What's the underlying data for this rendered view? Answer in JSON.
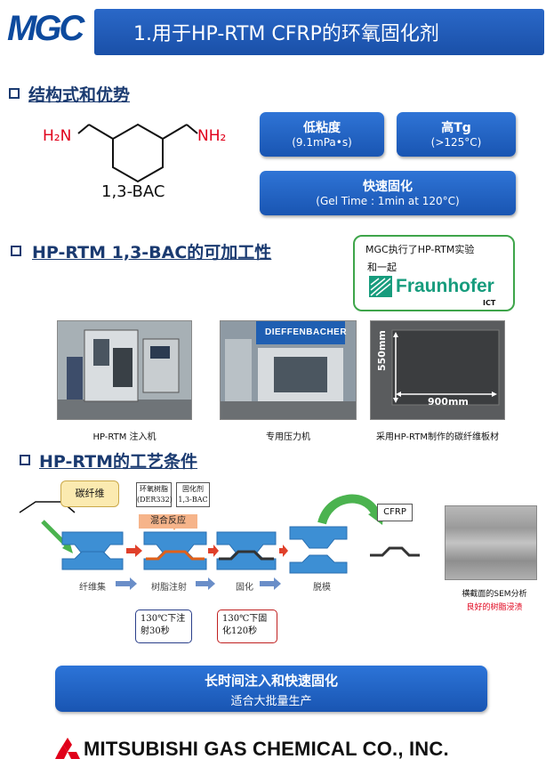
{
  "header": {
    "logo": "MGC",
    "title": "1.用于HP-RTM CFRP的环氧固化剂"
  },
  "section1": {
    "title": "结构式和优势",
    "molecule": {
      "left_group": "H₂N",
      "right_group": "NH₂",
      "name": "1,3-BAC"
    },
    "advantages": [
      {
        "title": "低粘度",
        "sub": "(9.1mPa•s)"
      },
      {
        "title": "高Tg",
        "sub": "(>125°C)"
      },
      {
        "title": "快速固化",
        "sub": "(Gel Time : 1min at 120°C)"
      }
    ]
  },
  "section2": {
    "title": "HP-RTM 1,3-BAC的可加工性",
    "partner": {
      "line1": "MGC执行了HP-RTM实验",
      "line2": "和一起",
      "logo_text": "Fraunhofer",
      "logo_sub": "ICT"
    },
    "photos": [
      {
        "caption": "HP-RTM 注入机",
        "icon": "injection-machine"
      },
      {
        "caption": "专用压力机",
        "icon": "press-machine",
        "sign": "DIEFFENBACHER"
      },
      {
        "caption": "采用HP-RTM制作的碳纤维板材",
        "icon": "carbon-panel",
        "dim_h": "550mm",
        "dim_w": "900mm"
      }
    ]
  },
  "section3": {
    "title": "HP-RTM的工艺条件",
    "carbon_fiber": "碳纤维",
    "resin": {
      "line1": "环氧树脂",
      "line2": "(DER332)"
    },
    "hardener": {
      "line1": "固化剂",
      "line2": "1,3-BAC"
    },
    "mix": "混合反应",
    "cfrp": "CFRP",
    "steps": [
      "纤维集",
      "树脂注射",
      "固化",
      "脱模"
    ],
    "note1": {
      "line1": "130℃下注",
      "line2": "射30秒"
    },
    "note2": {
      "line1": "130℃下固",
      "line2": "化120秒"
    },
    "sem": {
      "caption": "横截面的SEM分析",
      "note": "良好的树脂浸渍"
    }
  },
  "banner": {
    "line1": "长时间注入和快速固化",
    "line2": "适合大批量生产"
  },
  "footer": {
    "company": "MITSUBISHI GAS CHEMICAL CO., INC."
  },
  "colors": {
    "navy": "#1a3a70",
    "blue": "#1e5bbf",
    "red": "#e0001a",
    "green": "#3ea54a",
    "fraunhofer": "#179c7d"
  }
}
